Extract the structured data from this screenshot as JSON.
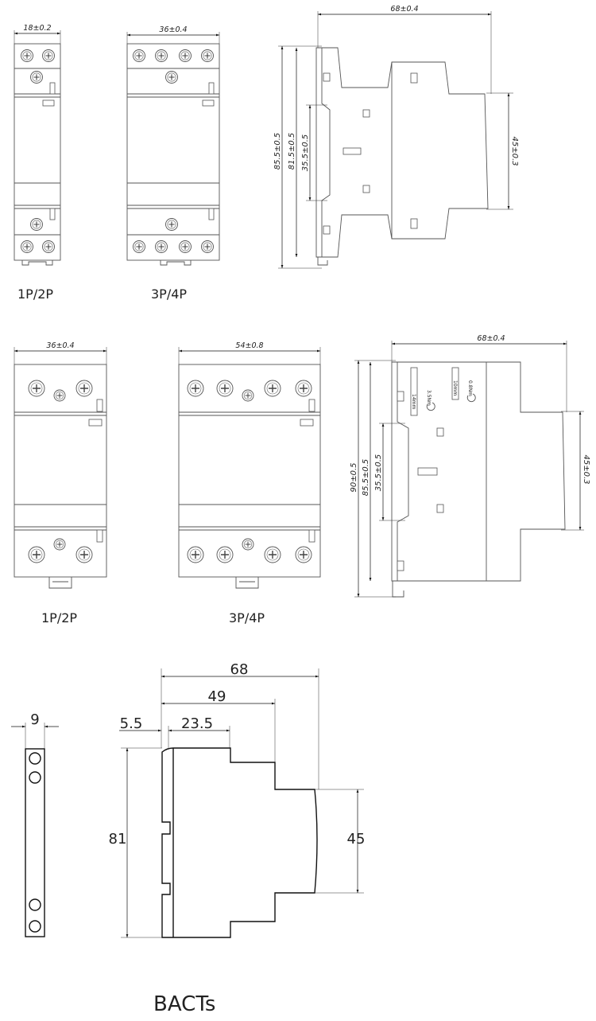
{
  "top_row": {
    "dim_18": "18±0.2",
    "dim_36a": "36±0.4",
    "dim_68a": "68±0.4",
    "dim_855a": "85.5±0.5",
    "dim_815": "81.5±0.5",
    "dim_355a": "35.5±0.5",
    "dim_45a": "45±0.3",
    "label_1p2p": "1P/2P",
    "label_3p4p": "3P/4P"
  },
  "middle_row": {
    "dim_36b": "36±0.4",
    "dim_54": "54±0.8",
    "dim_68b": "68±0.4",
    "dim_90": "90±0.5",
    "dim_855b": "85.5±0.5",
    "dim_355b": "35.5±0.5",
    "dim_45b": "45±0.3",
    "torque_1": "3.5Nm",
    "torque_2": "0.8Nm",
    "strip_1": "14mm",
    "strip_2": "10mm",
    "label_1p2p": "1P/2P",
    "label_3p4p": "3P/4P"
  },
  "bottom_row": {
    "dim_9": "9",
    "dim_68": "68",
    "dim_49": "49",
    "dim_55": "5.5",
    "dim_235": "23.5",
    "dim_81": "81",
    "dim_45": "45",
    "brand": "BACTs"
  }
}
